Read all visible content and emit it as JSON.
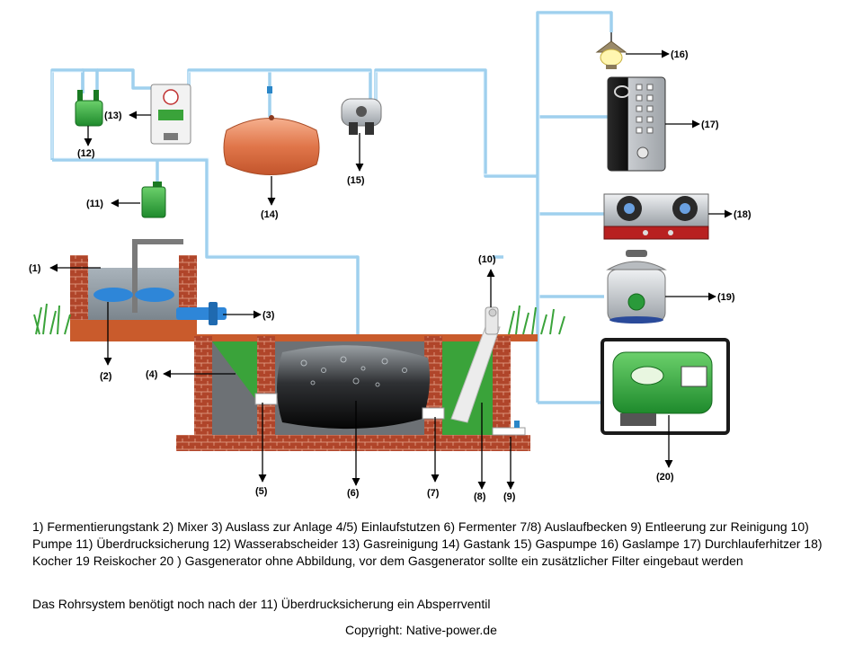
{
  "labels": {
    "l1": "(1)",
    "l2": "(2)",
    "l3": "(3)",
    "l4": "(4)",
    "l5": "(5)",
    "l6": "(6)",
    "l7": "(7)",
    "l8": "(8)",
    "l9": "(9)",
    "l10": "(10)",
    "l11": "(11)",
    "l12": "(12)",
    "l13": "(13)",
    "l14": "(14)",
    "l15": "(15)",
    "l16": "(16)",
    "l17": "(17)",
    "l18": "(18)",
    "l19": "(19)",
    "l20": "(20)"
  },
  "legend": "1) Fermentierungstank 2) Mixer 3) Auslass zur Anlage 4/5) Einlaufstutzen 6) Fermenter 7/8) Auslaufbecken 9) Entleerung zur Reinigung 10) Pumpe 11) Überdrucksicherung 12) Wasserabscheider 13) Gasreinigung 14) Gastank 15) Gaspumpe 16) Gaslampe 17) Durchlauferhitzer 18) Kocher 19 Reiskocher 20 ) Gasgenerator ohne Abbildung, vor dem Gasgenerator sollte ein zusätzlicher Filter eingebaut werden",
  "note": "Das Rohrsystem benötigt noch nach der 11) Überdrucksicherung ein Absperrventil",
  "copyright": "Copyright: Native-power.de",
  "colors": {
    "pipe": "#9fd0ee",
    "brick": "#b0452a",
    "grass": "#3aa33a",
    "tank_gas": "#e0764a",
    "slurry": "#6d7175"
  }
}
